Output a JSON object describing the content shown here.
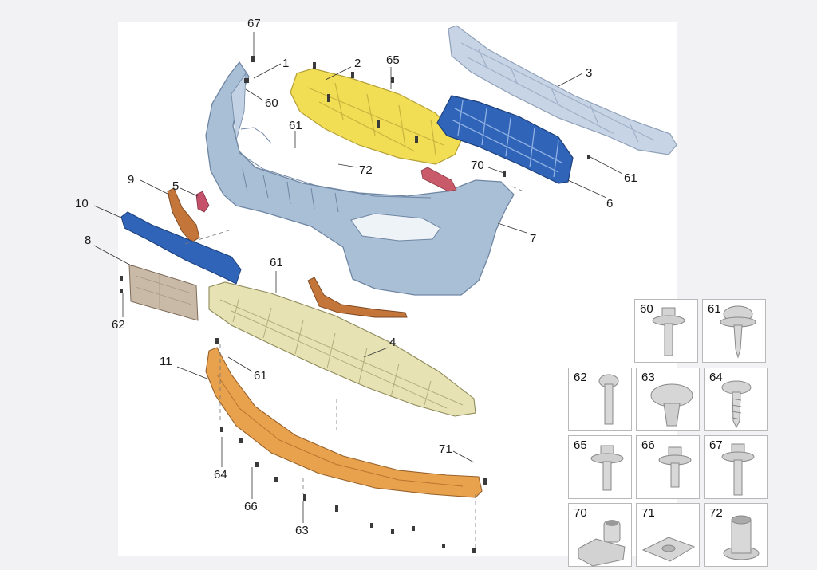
{
  "callouts": {
    "c1": "1",
    "c2": "2",
    "c3": "3",
    "c4": "4",
    "c5": "5",
    "c6": "6",
    "c7": "7",
    "c8": "8",
    "c9": "9",
    "c10": "10",
    "c11": "11",
    "c60": "60",
    "c61a": "61",
    "c61b": "61",
    "c61c": "61",
    "c61d": "61",
    "c62": "62",
    "c63": "63",
    "c64": "64",
    "c65": "65",
    "c66": "66",
    "c67": "67",
    "c70": "70",
    "c71": "71",
    "c72": "72"
  },
  "fasteners": [
    {
      "label": "60",
      "icon": "flange-bolt-icon"
    },
    {
      "label": "61",
      "icon": "pan-head-screw-icon"
    },
    {
      "label": "62",
      "icon": "torx-bolt-icon"
    },
    {
      "label": "63",
      "icon": "push-clip-icon"
    },
    {
      "label": "64",
      "icon": "tapping-screw-icon"
    },
    {
      "label": "65",
      "icon": "hex-flange-bolt-icon"
    },
    {
      "label": "66",
      "icon": "hex-flange-bolt-short-icon"
    },
    {
      "label": "67",
      "icon": "hex-flange-bolt-long-icon"
    },
    {
      "label": "70",
      "icon": "clip-nut-icon"
    },
    {
      "label": "71",
      "icon": "spring-nut-icon"
    },
    {
      "label": "72",
      "icon": "rivet-nut-icon"
    }
  ],
  "colors": {
    "bumper": "#a9bfd6",
    "yellow_part": "#f2de55",
    "blue_part": "#2f64b8",
    "orange_part": "#e8a24e",
    "underbody": "#e6e2b4",
    "energy_absorber": "#c7d4e6",
    "plate": "#c9b9a7",
    "reflector": "#c4753a"
  }
}
